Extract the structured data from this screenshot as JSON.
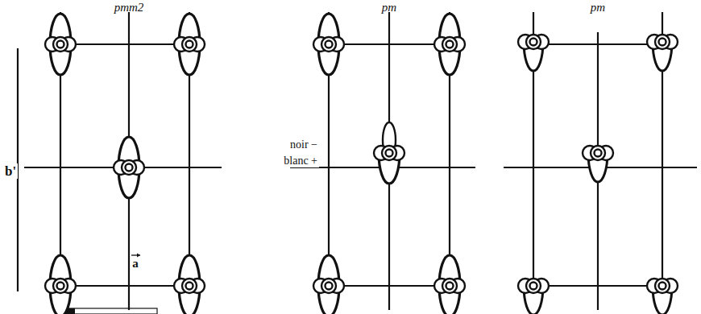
{
  "diagram": {
    "labels": [
      "pmm2",
      "pm",
      "pm",
      "noir −",
      "blanc +",
      "b'",
      "a"
    ]
  }
}
